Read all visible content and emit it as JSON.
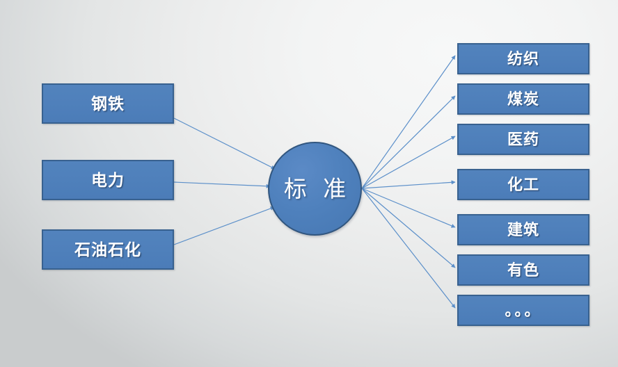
{
  "diagram": {
    "title": "标 准",
    "hub": {
      "label": "标 准",
      "name": "standard-hub"
    },
    "colors": {
      "node_fill": "#4f81bd",
      "node_border": "#38618f",
      "hub_fill": "#4f81bd",
      "hub_border": "#31567f",
      "connector": "#5b8fc9",
      "label_text": "#ffffff",
      "background_light": "#f7f8f8",
      "background_dark": "#c9cccd"
    },
    "inputs": [
      {
        "label": "钢铁",
        "name": "steel"
      },
      {
        "label": "电力",
        "name": "electric-power"
      },
      {
        "label": "石油石化",
        "name": "petroleum-petrochemical"
      }
    ],
    "outputs": [
      {
        "label": "纺织",
        "name": "textile"
      },
      {
        "label": "煤炭",
        "name": "coal"
      },
      {
        "label": "医药",
        "name": "pharmaceutical"
      },
      {
        "label": "化工",
        "name": "chemical"
      },
      {
        "label": "建筑",
        "name": "construction"
      },
      {
        "label": "有色",
        "name": "nonferrous-metals"
      },
      {
        "label": "。。。",
        "name": "more-ellipsis"
      }
    ]
  }
}
